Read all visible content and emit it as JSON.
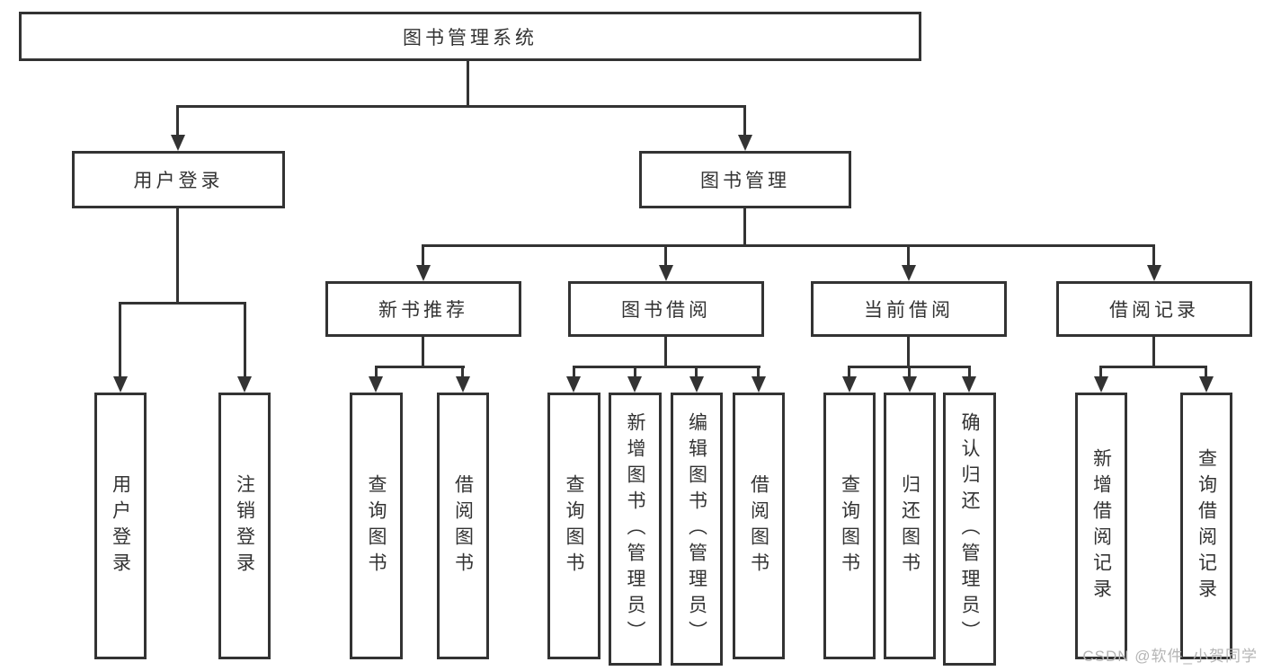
{
  "diagram": {
    "title": "图书管理系统",
    "branches": [
      {
        "label": "用户登录",
        "leaves": [
          "用户登录",
          "注销登录"
        ]
      },
      {
        "label": "图书管理",
        "groups": [
          {
            "label": "新书推荐",
            "leaves": [
              "查询图书",
              "借阅图书"
            ]
          },
          {
            "label": "图书借阅",
            "leaves": [
              "查询图书",
              "新增图书（管理员）",
              "编辑图书（管理员）",
              "借阅图书"
            ]
          },
          {
            "label": "当前借阅",
            "leaves": [
              "查询图书",
              "归还图书",
              "确认归还（管理员）"
            ]
          },
          {
            "label": "借阅记录",
            "leaves": [
              "新增借阅记录",
              "查询借阅记录"
            ]
          }
        ]
      }
    ]
  },
  "watermark": {
    "text": "CSDN @软件_小贺同学"
  },
  "colors": {
    "line": "#333333",
    "text": "#333333",
    "watermark": "#b5b5b5",
    "background": "#ffffff"
  }
}
